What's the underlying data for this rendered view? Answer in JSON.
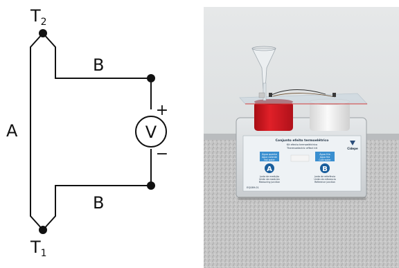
{
  "diagram": {
    "labels": {
      "t2_base": "T",
      "t2_sub": "2",
      "t1_base": "T",
      "t1_sub": "1",
      "wire_a": "A",
      "wire_b_top": "B",
      "wire_b_bottom": "B",
      "voltmeter": "V",
      "plus": "+",
      "minus": "−"
    },
    "colors": {
      "wire": "#111111",
      "background": "#ffffff"
    }
  },
  "photo": {
    "panel_title": "Conjunto efeito termoelétrico",
    "panel_subtitle_1": "Kit efecto termoeléctrico",
    "panel_subtitle_2": "Thermoelectric effect kit",
    "left_box_text_1": "Água quente",
    "left_box_text_2": "Agua caliente",
    "left_box_text_3": "Hot water",
    "left_letter": "A",
    "left_junction_1": "Junta de medição",
    "left_junction_2": "Unión de medición",
    "left_junction_3": "Measuring junction",
    "right_box_text_1": "Água fria",
    "right_box_text_2": "Agua fría",
    "right_box_text_3": "Cold water",
    "right_letter": "B",
    "right_junction_1": "Junta de referência",
    "right_junction_2": "Unión de referencia",
    "right_junction_3": "Reference junction",
    "brand": "Cidepe",
    "model": "EQ089.01",
    "colors": {
      "wall": "#e9ebec",
      "floor": "#c9c9c9",
      "base_box": "#d9dde0",
      "panel": "#e9eef2",
      "red_cup": "#d3161e",
      "white_cup": "#f3f3f3",
      "acrylic": "#c8d6e0",
      "blue_box": "#3a8fd0"
    }
  }
}
